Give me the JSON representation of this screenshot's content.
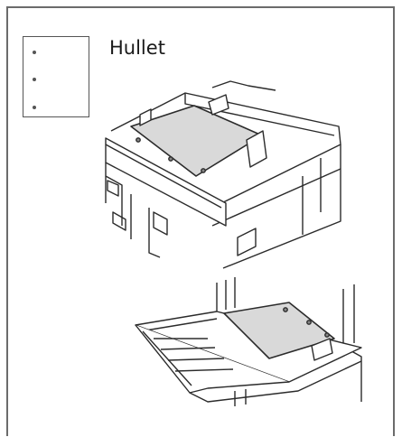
{
  "caption": {
    "text": "Hullet"
  },
  "colors": {
    "frame": "#6b6b6b",
    "line": "#2b2b2b",
    "paper_fill": "#d9d9d9",
    "tray_fill": "#ffffff"
  },
  "icons": {
    "paper_icon": "punched-paper-icon",
    "tray_illustration": "paper-tray-illustration",
    "bypass_illustration": "bypass-tray-illustration"
  }
}
